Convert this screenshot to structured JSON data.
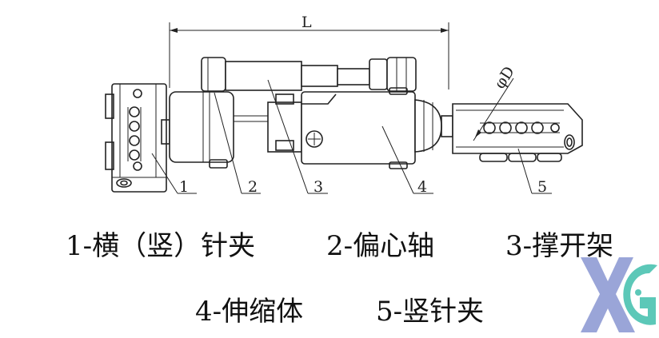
{
  "dimension": {
    "length_label": "L",
    "diameter_label": "φD"
  },
  "part_numbers": [
    "1",
    "2",
    "3",
    "4",
    "5"
  ],
  "legend": [
    {
      "text": "1-横（竖）针夹"
    },
    {
      "text": "2-偏心轴"
    },
    {
      "text": "3-撑开架"
    },
    {
      "text": "4-伸缩体"
    },
    {
      "text": "5-竖针夹"
    }
  ],
  "logo": {
    "letters": "XG",
    "colors": {
      "x": "#9aa5d8",
      "g": "#5cc8b8"
    }
  }
}
